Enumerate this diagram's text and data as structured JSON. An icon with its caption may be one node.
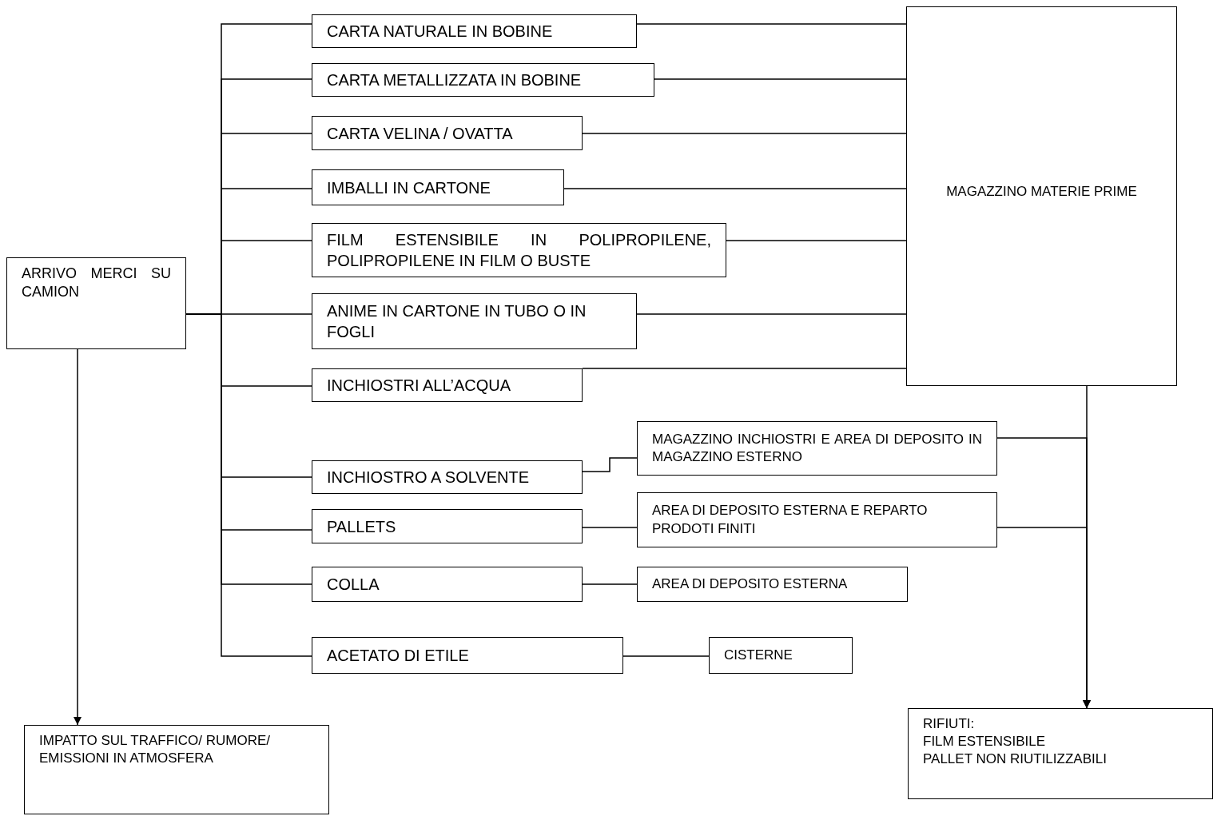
{
  "diagram": {
    "nodes": [
      {
        "text": [
          "ARRIVO MERCI SU CAMION"
        ]
      },
      {
        "text": [
          "CARTA NATURALE IN BOBINE"
        ]
      },
      {
        "text": [
          "CARTA METALLIZZATA IN BOBINE"
        ]
      },
      {
        "text": [
          "CARTA VELINA / OVATTA"
        ]
      },
      {
        "text": [
          "IMBALLI IN CARTONE"
        ]
      },
      {
        "text": [
          "FILM ESTENSIBILE IN POLIPROPILENE, POLIPROPILENE IN FILM O BUSTE"
        ]
      },
      {
        "text": [
          "ANIME IN CARTONE IN TUBO O IN FOGLI"
        ]
      },
      {
        "text": [
          "INCHIOSTRI ALL’ACQUA"
        ]
      },
      {
        "text": [
          "MAGAZZINO MATERIE PRIME"
        ]
      },
      {
        "text": [
          "MAGAZZINO INCHIOSTRI E AREA DI DEPOSITO IN MAGAZZINO ESTERNO"
        ]
      },
      {
        "text": [
          "INCHIOSTRO A SOLVENTE"
        ]
      },
      {
        "text": [
          "PALLETS"
        ]
      },
      {
        "text": [
          "AREA DI DEPOSITO ESTERNA E REPARTO PRODOTI FINITI"
        ]
      },
      {
        "text": [
          "COLLA"
        ]
      },
      {
        "text": [
          "AREA DI DEPOSITO ESTERNA"
        ]
      },
      {
        "text": [
          "ACETATO DI ETILE"
        ]
      },
      {
        "text": [
          "CISTERNE"
        ]
      },
      {
        "text": [
          "IMPATTO SUL TRAFFICO/ RUMORE/ EMISSIONI IN ATMOSFERA"
        ]
      },
      {
        "text": [
          "RIFIUTI:",
          "FILM ESTENSIBILE",
          "PALLET NON RIUTILIZZABILI"
        ]
      }
    ],
    "edges": [
      {
        "from": 0,
        "to": 1,
        "arrow": "none"
      },
      {
        "from": 0,
        "to": 2,
        "arrow": "none"
      },
      {
        "from": 0,
        "to": 3,
        "arrow": "none"
      },
      {
        "from": 0,
        "to": 4,
        "arrow": "none"
      },
      {
        "from": 0,
        "to": 5,
        "arrow": "none"
      },
      {
        "from": 0,
        "to": 6,
        "arrow": "none"
      },
      {
        "from": 0,
        "to": 7,
        "arrow": "none"
      },
      {
        "from": 0,
        "to": 10,
        "arrow": "none"
      },
      {
        "from": 0,
        "to": 11,
        "arrow": "none"
      },
      {
        "from": 0,
        "to": 13,
        "arrow": "none"
      },
      {
        "from": 0,
        "to": 15,
        "arrow": "none"
      },
      {
        "from": 1,
        "to": 8,
        "arrow": "none"
      },
      {
        "from": 2,
        "to": 8,
        "arrow": "none"
      },
      {
        "from": 3,
        "to": 8,
        "arrow": "none"
      },
      {
        "from": 4,
        "to": 8,
        "arrow": "none"
      },
      {
        "from": 5,
        "to": 8,
        "arrow": "none"
      },
      {
        "from": 6,
        "to": 8,
        "arrow": "none"
      },
      {
        "from": 7,
        "to": 8,
        "arrow": "none"
      },
      {
        "from": 10,
        "to": 9,
        "arrow": "none"
      },
      {
        "from": 11,
        "to": 12,
        "arrow": "none"
      },
      {
        "from": 13,
        "to": 14,
        "arrow": "none"
      },
      {
        "from": 15,
        "to": 16,
        "arrow": "none"
      },
      {
        "from": 8,
        "to": 18,
        "arrow": "to"
      },
      {
        "from": 9,
        "to": 18,
        "arrow": "to"
      },
      {
        "from": 12,
        "to": 18,
        "arrow": "to"
      },
      {
        "from": 0,
        "to": 17,
        "arrow": "to"
      }
    ]
  }
}
